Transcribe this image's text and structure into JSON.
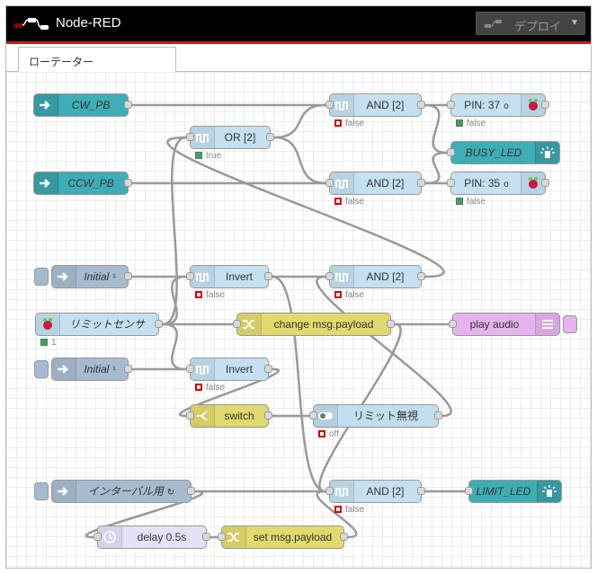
{
  "header": {
    "title": "Node-RED",
    "deploy_label": "デプロイ"
  },
  "tabs": [
    {
      "label": "ローテーター"
    }
  ],
  "nodes": [
    {
      "id": "cw_pb",
      "label": "CW_PB",
      "type": "gpio-in",
      "color": "#3fadb5",
      "italic": true
    },
    {
      "id": "ccw_pb",
      "label": "CCW_PB",
      "type": "gpio-in",
      "color": "#3fadb5",
      "italic": true
    },
    {
      "id": "or2",
      "label": "OR [2]",
      "type": "gate",
      "color": "#c5e0f0",
      "status": "true",
      "status_color": "green"
    },
    {
      "id": "and_top",
      "label": "AND [2]",
      "type": "gate",
      "color": "#c5e0f0",
      "status": "false",
      "status_color": "red"
    },
    {
      "id": "and_mid",
      "label": "AND [2]",
      "type": "gate",
      "color": "#c5e0f0",
      "status": "false",
      "status_color": "red"
    },
    {
      "id": "pin37",
      "label": "PIN: 37",
      "suffix": "o",
      "type": "rpi-out",
      "color": "#c5e0f0",
      "status": "false",
      "status_color": "green"
    },
    {
      "id": "pin35",
      "label": "PIN: 35",
      "suffix": "o",
      "type": "rpi-out",
      "color": "#c5e0f0",
      "status": "false",
      "status_color": "green"
    },
    {
      "id": "busy_led",
      "label": "BUSY_LED",
      "type": "led",
      "color": "#3fadb5",
      "italic": true
    },
    {
      "id": "initial1",
      "label": "Initial",
      "suffix": "¹",
      "type": "inject",
      "color": "#a6bbcf",
      "italic": true
    },
    {
      "id": "invert1",
      "label": "Invert",
      "type": "gate",
      "color": "#c5e0f0",
      "status": "false",
      "status_color": "red"
    },
    {
      "id": "and_inv",
      "label": "AND [2]",
      "type": "gate",
      "color": "#c5e0f0",
      "status": "false",
      "status_color": "red"
    },
    {
      "id": "limit_sensor",
      "label": "リミットセンサ",
      "type": "rpi-in",
      "color": "#c5e0f0",
      "italic": true,
      "status": "1",
      "status_color": "green"
    },
    {
      "id": "change_payload",
      "label": "change msg.payload",
      "type": "change",
      "color": "#e2d96e"
    },
    {
      "id": "play_audio",
      "label": "play audio",
      "type": "audio",
      "color": "#e5b3ee"
    },
    {
      "id": "initial2",
      "label": "Initial",
      "suffix": "¹",
      "type": "inject",
      "color": "#a6bbcf",
      "italic": true
    },
    {
      "id": "invert2",
      "label": "Invert",
      "type": "gate",
      "color": "#c5e0f0",
      "status": "false",
      "status_color": "red"
    },
    {
      "id": "switch",
      "label": "switch",
      "type": "switch",
      "color": "#e2d96e"
    },
    {
      "id": "limit_ignore",
      "label": "リミット無視",
      "type": "toggle",
      "color": "#c0deed",
      "status": "off",
      "status_color": "red"
    },
    {
      "id": "interval",
      "label": "インターバル用",
      "suffix": "↻",
      "type": "inject",
      "color": "#a6bbcf",
      "italic": true
    },
    {
      "id": "and_bot",
      "label": "AND [2]",
      "type": "gate",
      "color": "#c5e0f0",
      "status": "false",
      "status_color": "red"
    },
    {
      "id": "limit_led",
      "label": "LIMIT_LED",
      "type": "led",
      "color": "#3fadb5",
      "italic": true
    },
    {
      "id": "delay",
      "label": "delay 0.5s",
      "type": "delay",
      "color": "#e6e0f8"
    },
    {
      "id": "set_payload",
      "label": "set msg.payload",
      "type": "change",
      "color": "#e2d96e"
    }
  ]
}
